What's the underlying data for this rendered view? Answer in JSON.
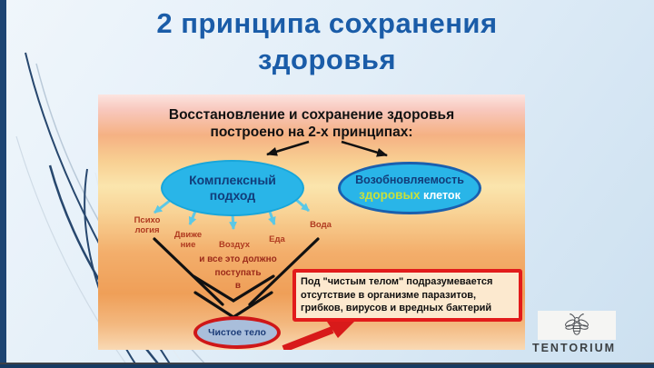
{
  "slide": {
    "title_line1": "2 принципа сохранения",
    "title_line2": "здоровья"
  },
  "diagram": {
    "header_line1": "Восстановление и сохранение здоровья",
    "header_line2": "построено на 2-х принципах:",
    "left_oval": {
      "line1": "Комплексный",
      "line2": "подход"
    },
    "right_oval": {
      "part1": "Возобновляемость",
      "part2": "здоровых",
      "part3": " клеток"
    },
    "factors": [
      {
        "label": "Психо\nлогия"
      },
      {
        "label": "Движе\nние"
      },
      {
        "label": "Воздух"
      },
      {
        "label": "Еда"
      },
      {
        "label": "Вода"
      }
    ],
    "funnel": {
      "line1": "и все это должно",
      "line2": "поступать",
      "line3": "в"
    },
    "result_oval": {
      "label": "Чистое тело"
    },
    "note": {
      "line1": "Под \"чистым телом\" подразумевается",
      "line2": "отсутствие в организме паразитов,",
      "line3": "грибков, вирусов и вредных бактерий"
    }
  },
  "logo": {
    "brand": "TENTORIUM"
  },
  "colors": {
    "title": "#1a5ca8",
    "oval_fill": "#29b5e8",
    "oval_text": "#123d7a",
    "healthy_word": "#c8e03c",
    "cells_word": "#ffffff",
    "factor_text": "#b03a20",
    "accent_red": "#d81a1a",
    "note_border": "#e21b1b",
    "result_fill": "#a9bedb",
    "left_bar": "#1d4573",
    "logo_text": "#3c4043"
  }
}
